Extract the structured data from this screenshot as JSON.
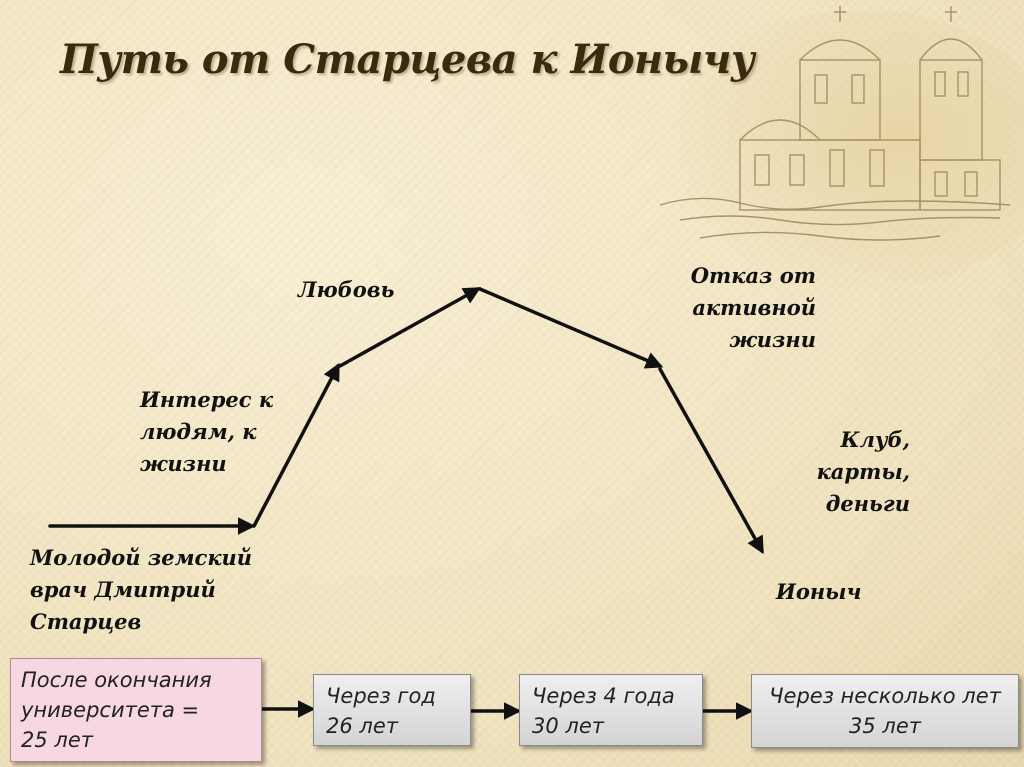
{
  "title": "Путь от Старцева к Ионычу",
  "labels": {
    "start": [
      "Молодой земский",
      "врач Дмитрий",
      "Старцев"
    ],
    "interest": [
      "Интерес к",
      "людям, к",
      "жизни"
    ],
    "love": "Любовь",
    "refusal": [
      "Отказ от",
      "активной",
      "жизни"
    ],
    "club": [
      "Клуб,",
      "карты,",
      "деньги"
    ],
    "ionych": "Ионыч"
  },
  "timeline": [
    {
      "lines": [
        "После окончания",
        "университета =",
        "25 лет"
      ]
    },
    {
      "lines": [
        "Через год",
        "26 лет"
      ]
    },
    {
      "lines": [
        "Через 4 года",
        "30 лет"
      ]
    },
    {
      "lines": [
        "Через несколько лет",
        "35 лет"
      ]
    }
  ],
  "colors": {
    "accent_box": "#f6d7e2",
    "box": "#e0e0e0",
    "line": "#111111"
  }
}
